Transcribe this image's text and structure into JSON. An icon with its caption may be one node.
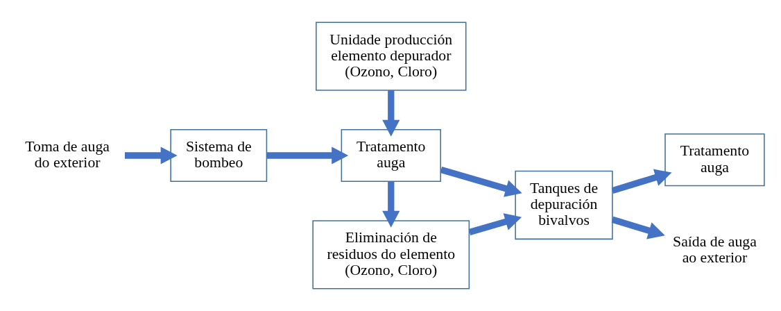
{
  "diagram": {
    "nodes": [
      {
        "text": [
          "Toma de auga do exterior"
        ]
      },
      {
        "text": [
          "Sistema de bombeo"
        ]
      },
      {
        "text": [
          "Unidade producción elemento depurador (Ozono, Cloro)"
        ]
      },
      {
        "text": [
          "Tratamento auga"
        ]
      },
      {
        "text": [
          "Eliminación de residuos do elemento (Ozono, Cloro)"
        ]
      },
      {
        "text": [
          "Tanques de depuración bivalvos"
        ]
      },
      {
        "text": [
          "Tratamento auga"
        ]
      },
      {
        "text": [
          "Saída de auga ao exterior"
        ]
      }
    ],
    "edges": [
      {
        "from": 0,
        "to": 1,
        "arrow": "to"
      },
      {
        "from": 1,
        "to": 3,
        "arrow": "to"
      },
      {
        "from": 2,
        "to": 3,
        "arrow": "to"
      },
      {
        "from": 3,
        "to": 5,
        "arrow": "to"
      },
      {
        "from": 3,
        "to": 4,
        "arrow": "to"
      },
      {
        "from": 4,
        "to": 5,
        "arrow": "to"
      },
      {
        "from": 5,
        "to": 6,
        "arrow": "to"
      },
      {
        "from": 5,
        "to": 7,
        "arrow": "to"
      }
    ]
  }
}
